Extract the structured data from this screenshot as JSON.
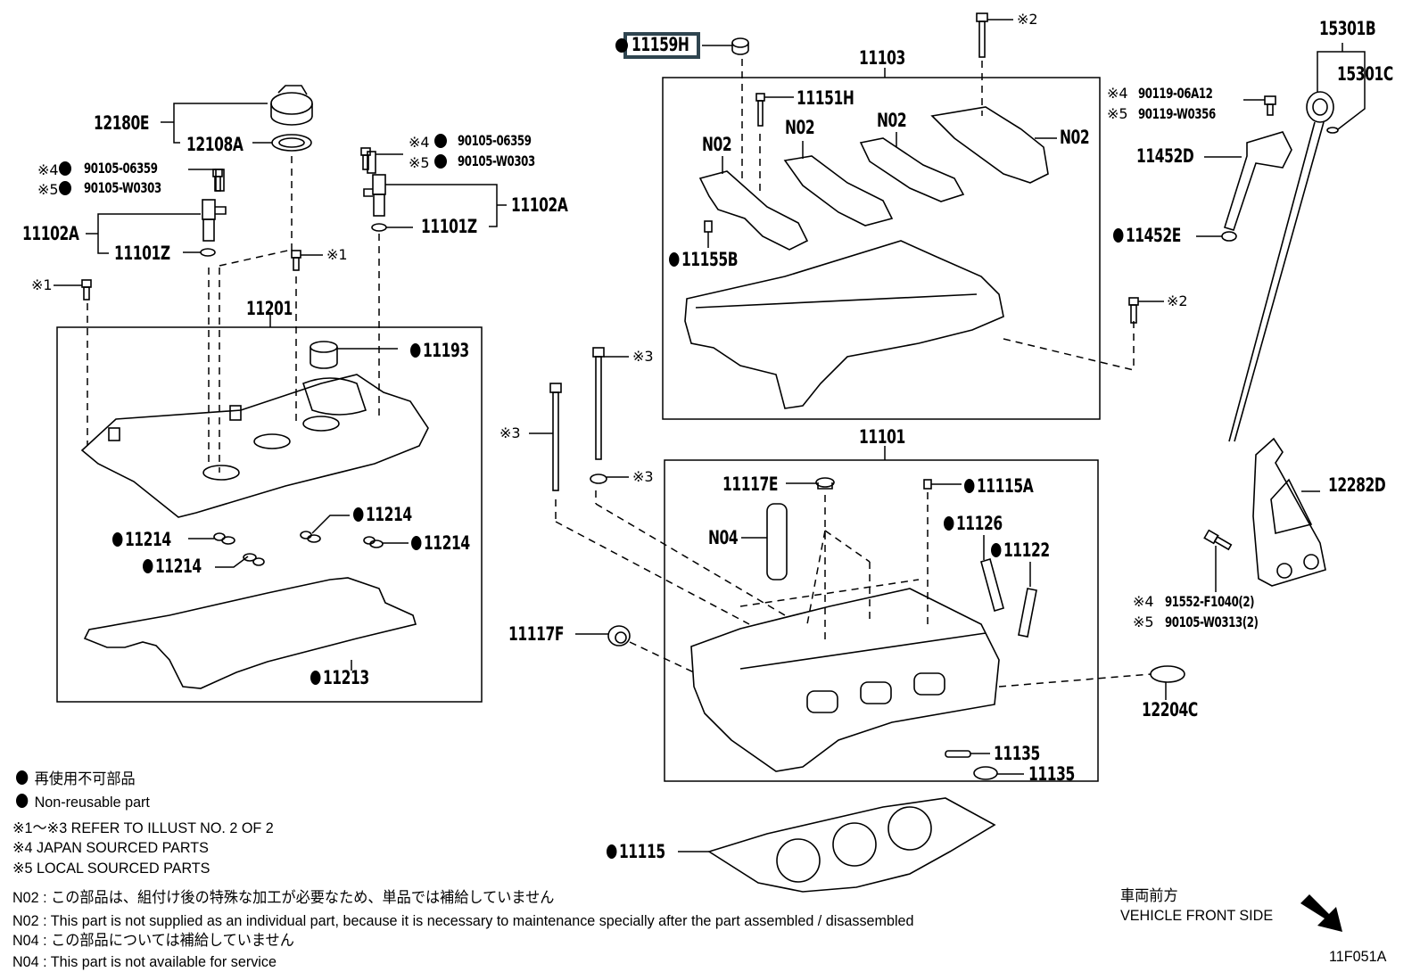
{
  "diagram": {
    "code": "11F051A",
    "highlighted_part": "11159H",
    "groups": [
      {
        "id": "11201",
        "label": "11201"
      },
      {
        "id": "11103",
        "label": "11103"
      },
      {
        "id": "11101",
        "label": "11101"
      }
    ],
    "parts": {
      "p12180E": "12180E",
      "p12108A": "12108A",
      "p90105_06359_l": "90105-06359",
      "p90105_W0303_l": "90105-W0303",
      "p11102A_l": "11102A",
      "p11101Z_l": "11101Z",
      "p90105_06359_r": "90105-06359",
      "p90105_W0303_r": "90105-W0303",
      "p11102A_r": "11102A",
      "p11101Z_r": "11101Z",
      "p11193": "11193",
      "p11214_a": "11214",
      "p11214_b": "11214",
      "p11214_c": "11214",
      "p11214_d": "11214",
      "p11213": "11213",
      "p11159H": "11159H",
      "p11151H": "11151H",
      "p11155B": "11155B",
      "n02_a": "N02",
      "n02_b": "N02",
      "n02_c": "N02",
      "n02_d": "N02",
      "p90119_06A12": "90119-06A12",
      "p90119_W0356": "90119-W0356",
      "p15301B": "15301B",
      "p15301C": "15301C",
      "p11452D": "11452D",
      "p11452E": "11452E",
      "p12282D": "12282D",
      "p91552_F1040": "91552-F1040(2)",
      "p90105_W0313": "90105-W0313(2)",
      "p12204C": "12204C",
      "p11117E": "11117E",
      "n04": "N04",
      "p11115A": "11115A",
      "p11126": "11126",
      "p11122": "11122",
      "p11117F": "11117F",
      "p11135_a": "11135",
      "p11135_b": "11135",
      "p11115": "11115"
    },
    "refs": {
      "r1_a": "※1",
      "r1_b": "※1",
      "r2_a": "※2",
      "r2_b": "※2",
      "r3_a": "※3",
      "r3_b": "※3",
      "r3_c": "※3",
      "r4": "※4",
      "r5": "※5"
    }
  },
  "legend": {
    "nonreusable_jp": "再使用不可部品",
    "nonreusable_en": "Non-reusable part",
    "ref_1_3": "※1～※3  REFER TO ILLUST NO. 2 OF 2",
    "ref_4": "※4 JAPAN SOURCED PARTS",
    "ref_5": "※5 LOCAL SOURCED PARTS",
    "n02_jp": "N02 : この部品は、組付け後の特殊な加工が必要なため、単品では補給していません",
    "n02_en": "N02 : This part is not supplied as an individual part, because it is necessary to maintenance specially after the part assembled / disassembled",
    "n04_jp": "N04 : この部品については補給していません",
    "n04_en": "N04 : This part is not available for service"
  },
  "orientation": {
    "label_jp": "車両前方",
    "label_en": "VEHICLE FRONT SIDE",
    "icon": "arrow-down-right-icon"
  },
  "colors": {
    "highlight_border": "#2f4550",
    "ink": "#000000",
    "background": "#ffffff"
  }
}
